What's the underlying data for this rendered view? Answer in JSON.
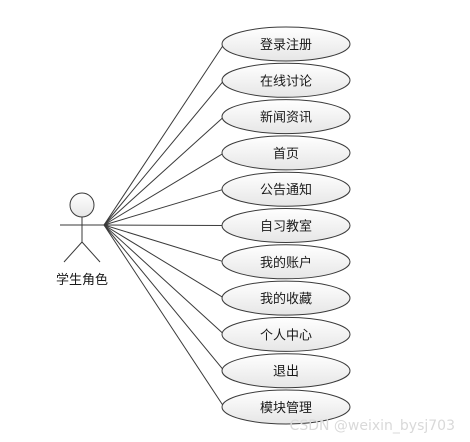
{
  "actor": {
    "label": "学生角色"
  },
  "use_cases": [
    {
      "label": "登录注册"
    },
    {
      "label": "在线讨论"
    },
    {
      "label": "新闻资讯"
    },
    {
      "label": "首页"
    },
    {
      "label": "公告通知"
    },
    {
      "label": "自习教室"
    },
    {
      "label": "我的账户"
    },
    {
      "label": "我的收藏"
    },
    {
      "label": "个人中心"
    },
    {
      "label": "退出"
    },
    {
      "label": "模块管理"
    }
  ],
  "watermark": "CSDN @weixin_bysj703",
  "colors": {
    "stroke": "#3a3a3a",
    "ellipse_fill_top": "#ffffff",
    "ellipse_fill_bottom": "#e8e8e8",
    "watermark": "#d9d9d9"
  }
}
